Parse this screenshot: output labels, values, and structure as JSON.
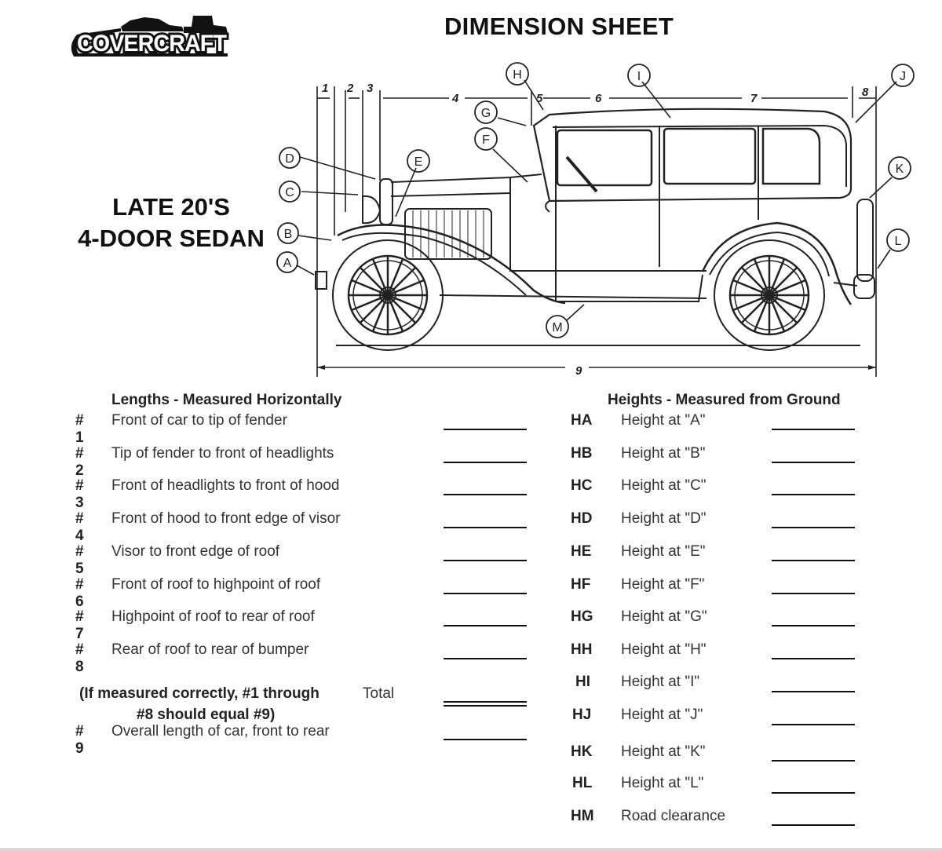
{
  "header": {
    "brand": "COVERCRAFT",
    "title": "DIMENSION SHEET"
  },
  "vehicle": {
    "line1": "LATE 20'S",
    "line2": "4-DOOR SEDAN"
  },
  "diagram": {
    "point_labels": [
      "A",
      "B",
      "C",
      "D",
      "E",
      "F",
      "G",
      "H",
      "I",
      "J",
      "K",
      "L",
      "M"
    ],
    "dimension_labels": [
      "1",
      "2",
      "3",
      "4",
      "5",
      "6",
      "7",
      "8",
      "9"
    ]
  },
  "lengths": {
    "title": "Lengths - Measured Horizontally",
    "rows": [
      {
        "num": "# 1",
        "label": "Front of car to tip of fender",
        "value": ""
      },
      {
        "num": "# 2",
        "label": "Tip of fender to front of headlights",
        "value": ""
      },
      {
        "num": "# 3",
        "label": "Front of headlights to front of hood",
        "value": ""
      },
      {
        "num": "# 4",
        "label": "Front of hood to front edge of visor",
        "value": ""
      },
      {
        "num": "# 5",
        "label": "Visor to front edge of roof",
        "value": ""
      },
      {
        "num": "# 6",
        "label": "Front of roof to highpoint of roof",
        "value": ""
      },
      {
        "num": "# 7",
        "label": "Highpoint of roof to rear of roof",
        "value": ""
      },
      {
        "num": "# 8",
        "label": "Rear of roof to rear of bumper",
        "value": ""
      }
    ],
    "note_line1": "(If measured correctly, #1 through",
    "note_line2": "#8 should equal #9)",
    "total_label": "Total",
    "total_value": "",
    "overall": {
      "num": "# 9",
      "label": "Overall length of car, front to rear",
      "value": ""
    }
  },
  "heights": {
    "title": "Heights - Measured from Ground",
    "rows": [
      {
        "code": "HA",
        "label": "Height at \"A\"",
        "value": ""
      },
      {
        "code": "HB",
        "label": "Height at \"B\"",
        "value": ""
      },
      {
        "code": "HC",
        "label": "Height at \"C\"",
        "value": ""
      },
      {
        "code": "HD",
        "label": "Height at \"D\"",
        "value": ""
      },
      {
        "code": "HE",
        "label": "Height at \"E\"",
        "value": ""
      },
      {
        "code": "HF",
        "label": "Height at \"F\"",
        "value": ""
      },
      {
        "code": "HG",
        "label": "Height at \"G\"",
        "value": ""
      },
      {
        "code": "HH",
        "label": "Height at \"H\"",
        "value": ""
      },
      {
        "code": "HI",
        "label": "Height at \"I\"",
        "value": ""
      },
      {
        "code": "HJ",
        "label": "Height at \"J\"",
        "value": ""
      },
      {
        "code": "HK",
        "label": "Height at \"K\"",
        "value": ""
      },
      {
        "code": "HL",
        "label": "Height at \"L\"",
        "value": ""
      },
      {
        "code": "HM",
        "label": "Road clearance",
        "value": ""
      }
    ]
  }
}
